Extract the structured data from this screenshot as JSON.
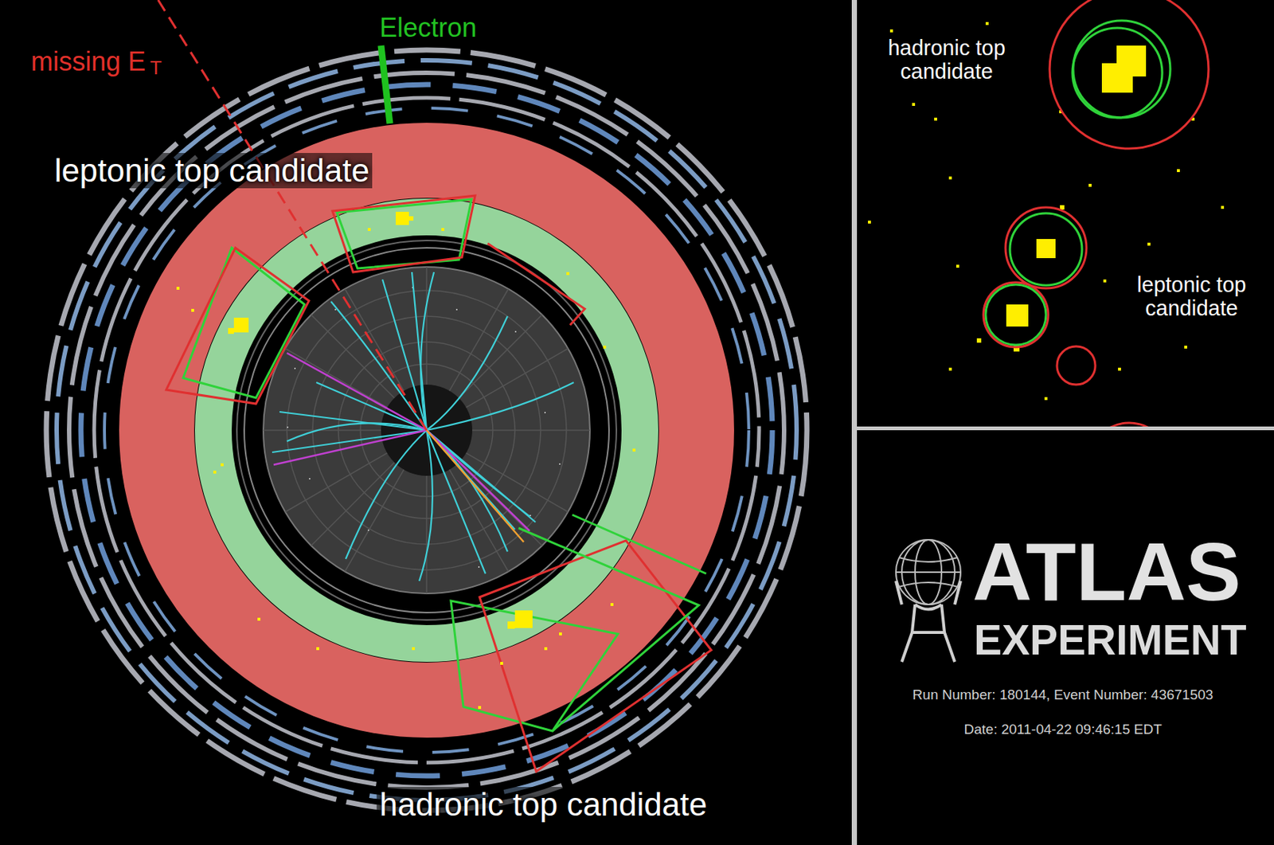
{
  "diagram": {
    "labels": [
      "missing E",
      "T",
      "Electron",
      "leptonic top candidate",
      "hadronic top candidate",
      "hadronic top candidate",
      "leptonic top candidate",
      "ATLAS",
      "EXPERIMENT",
      "Run Number: 180144, Event Number: 43671503",
      "Date: 2011-04-22 09:46:15 EDT"
    ]
  }
}
